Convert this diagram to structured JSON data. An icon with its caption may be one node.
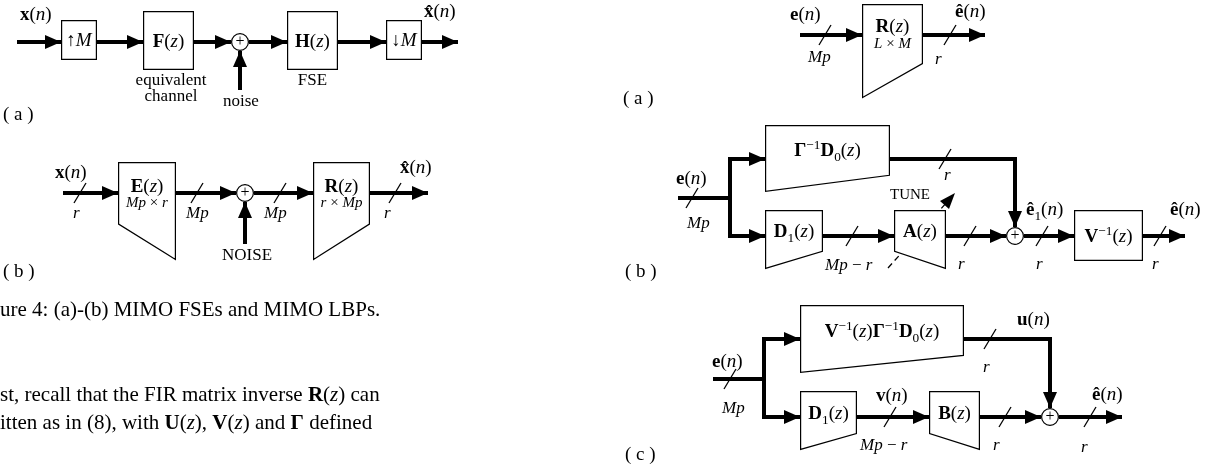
{
  "diagram": {
    "caption": "ure 4: (a)-(b) MIMO FSEs and MIMO LBPs.",
    "nodes": [
      {
        "text": [
          "↑*M*"
        ]
      },
      {
        "text": [
          "**F**(*z*)"
        ],
        "beside": [
          "equivalent channel"
        ]
      },
      {
        "text": [
          "+"
        ]
      },
      {
        "text": [
          "**H**(*z*)"
        ],
        "beside": [
          "FSE"
        ]
      },
      {
        "text": [
          "↓*M*"
        ]
      },
      {
        "text": [
          "**E**(*z*)",
          "*Mp* × *r*"
        ]
      },
      {
        "text": [
          "+"
        ]
      },
      {
        "text": [
          "**R**(*z*)",
          "*r* × *Mp*"
        ]
      },
      {
        "text": [
          "**R**(*z*)",
          "*L* × *M*"
        ]
      },
      {
        "text": [
          "**Γ**$^{−1}$**D**$_{0}$(*z*)"
        ]
      },
      {
        "text": [
          "**D**$_{1}$(*z*)"
        ]
      },
      {
        "text": [
          "**A**(*z*)"
        ]
      },
      {
        "text": [
          "+"
        ]
      },
      {
        "text": [
          "**V**$^{−1}$(*z*)"
        ]
      },
      {
        "text": [
          "**V**$^{−1}$(*z*)**Γ**$^{−1}$**D**$_{0}$(*z*)"
        ]
      },
      {
        "text": [
          "**D**$_{1}$(*z*)"
        ]
      },
      {
        "text": [
          "**B**(*z*)"
        ]
      },
      {
        "text": [
          "+"
        ]
      }
    ],
    "edges": [
      {
        "from": null,
        "to": 0,
        "arrow": "to",
        "label": "**x**(*n*)"
      },
      {
        "from": 0,
        "to": 1,
        "arrow": "to"
      },
      {
        "from": 1,
        "to": 2,
        "arrow": "to"
      },
      {
        "from": null,
        "to": 2,
        "arrow": "to",
        "label": "noise"
      },
      {
        "from": 2,
        "to": 3,
        "arrow": "to"
      },
      {
        "from": 3,
        "to": 4,
        "arrow": "to"
      },
      {
        "from": 4,
        "to": null,
        "arrow": "to",
        "label": "**x̂**(*n*)"
      },
      {
        "from": null,
        "to": 5,
        "arrow": "to",
        "label": "**x**(*n*)"
      },
      {
        "from": 5,
        "to": 6,
        "arrow": "to",
        "label": "*Mp*"
      },
      {
        "from": null,
        "to": 6,
        "arrow": "to",
        "label": "NOISE"
      },
      {
        "from": 6,
        "to": 7,
        "arrow": "to",
        "label": "*Mp*"
      },
      {
        "from": 7,
        "to": null,
        "arrow": "to",
        "label": "**x̂**(*n*)"
      },
      {
        "from": null,
        "to": 8,
        "arrow": "to",
        "label": "**e**(*n*)"
      },
      {
        "from": 8,
        "to": null,
        "arrow": "to",
        "label": "**ê**(*n*)"
      },
      {
        "from": null,
        "to": 9,
        "arrow": "to",
        "label": "**e**(*n*)"
      },
      {
        "from": null,
        "to": 10,
        "arrow": "to"
      },
      {
        "from": 9,
        "to": 12,
        "arrow": "to",
        "label": "*r*"
      },
      {
        "from": 10,
        "to": 11,
        "arrow": "to",
        "label": "*Mp* − *r*"
      },
      {
        "from": 11,
        "to": 12,
        "arrow": "to",
        "label": "*r*"
      },
      {
        "from": 12,
        "to": 13,
        "arrow": "to",
        "label": "**ê**$_{1}$(*n*)"
      },
      {
        "from": 13,
        "to": null,
        "arrow": "to",
        "label": "**ê**(*n*)"
      },
      {
        "from": null,
        "to": 14,
        "arrow": "to",
        "label": "**e**(*n*)"
      },
      {
        "from": null,
        "to": 15,
        "arrow": "to"
      },
      {
        "from": 14,
        "to": 17,
        "arrow": "to",
        "label": "**u**(*n*)"
      },
      {
        "from": 15,
        "to": 16,
        "arrow": "to",
        "label": "**v**(*n*)"
      },
      {
        "from": 16,
        "to": 17,
        "arrow": "to",
        "label": "*r*"
      },
      {
        "from": 17,
        "to": null,
        "arrow": "to",
        "label": "**ê**(*n*)"
      }
    ],
    "labels": [
      "( a )",
      "*r*",
      "*r*",
      "( b )",
      "*Mp*",
      "*r*",
      "( a )",
      "*Mp*",
      "TUNE",
      "*r*",
      "*r*",
      "( b )",
      "*Mp*",
      "*r*",
      "*Mp* − *r*",
      "*r*",
      "( c )",
      "st, recall that the FIR matrix inverse **R**(*z*) can",
      "itten as in (8), with **U**(*z*), **V**(*z*) and **Γ** defined"
    ]
  }
}
